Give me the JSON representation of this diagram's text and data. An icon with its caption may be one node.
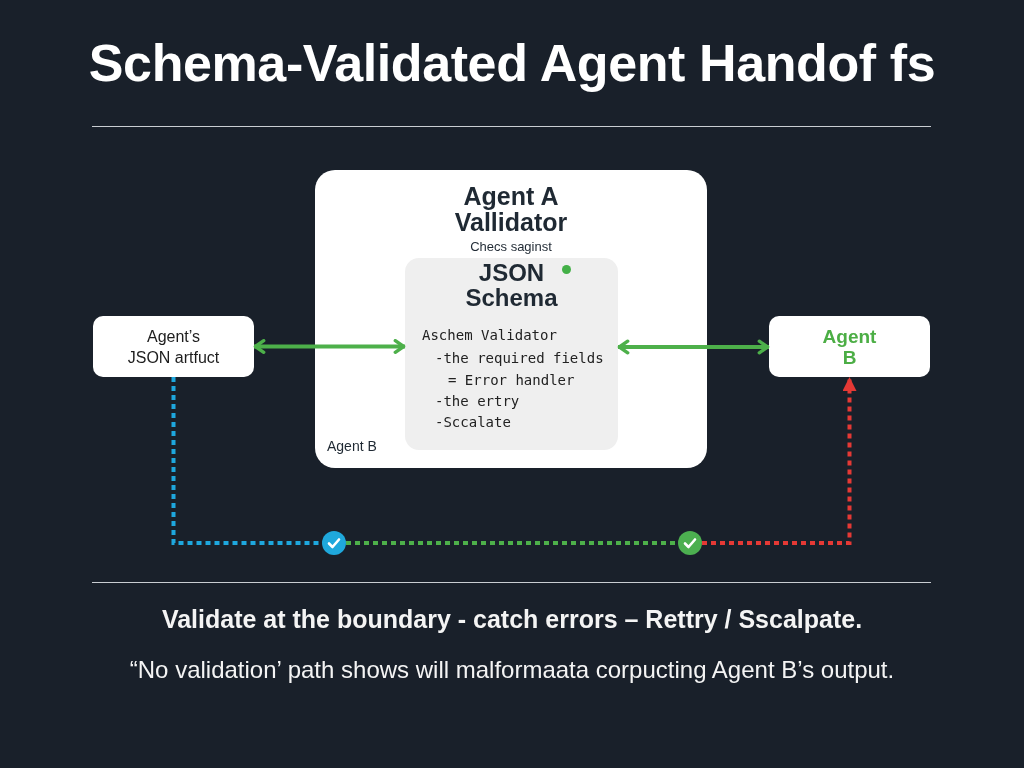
{
  "diagram": {
    "title": "Schema-Validated Agent Handof fs",
    "nodes": [
      {
        "text": [
          "Agent A Vallidator",
          "Checs saginst",
          "Agent B"
        ]
      },
      {
        "text": [
          "JSON Schema",
          "Aschem Validator",
          "-the required fields",
          "= Error handler",
          "-the ertry",
          "-Sccalate"
        ],
        "in": 0
      },
      {
        "text": [
          "Agent’s JSON artfuct"
        ]
      },
      {
        "text": [
          "Agent B"
        ]
      },
      {
        "text": [],
        "shape": "circle"
      },
      {
        "text": [],
        "shape": "circle"
      }
    ],
    "edges": [
      {
        "from": 2,
        "to": 1,
        "arrow": "both"
      },
      {
        "from": 1,
        "to": 3,
        "arrow": "both"
      },
      {
        "from": 2,
        "to": 4,
        "arrow": "none",
        "style": "dashed",
        "color": "#1ea7de"
      },
      {
        "from": 4,
        "to": 5,
        "arrow": "none",
        "style": "dashed"
      },
      {
        "from": 5,
        "to": 3,
        "arrow": "to",
        "style": "dashed",
        "color": "#e53935"
      }
    ],
    "labels": [
      "Validate at the boundary - catch errors – Rettry / Sscalpate.",
      "“No validation’ path shows will malformaata corpucting Agent B’s output."
    ]
  }
}
